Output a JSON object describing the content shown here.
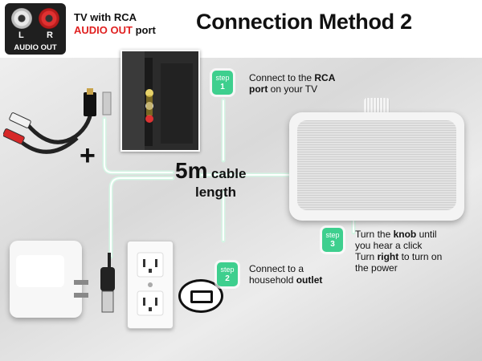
{
  "header": {
    "jack_left": "L",
    "jack_right": "R",
    "badge_label": "AUDIO OUT",
    "tv_line1": "TV with RCA",
    "tv_line2_red": "AUDIO OUT",
    "tv_line2_rest": " port",
    "title": "Connection Method 2"
  },
  "steps": {
    "step_word": "step",
    "step1": {
      "num": "1",
      "a": "Connect to the ",
      "b": "RCA",
      "c": "port",
      "d": " on your TV"
    },
    "step2": {
      "num": "2",
      "a": "Connect to a",
      "b": "household ",
      "c": "outlet"
    },
    "step3": {
      "num": "3",
      "a": "Turn the ",
      "b": "knob",
      "c": " until",
      "d": "you hear a click",
      "e": "Turn ",
      "f": "right",
      "g": " to turn on",
      "h": "the power"
    }
  },
  "cable": {
    "big": "5m",
    "small": "cable",
    "length": "length"
  },
  "colors": {
    "accent": "#3ecf8e",
    "red": "#e02020",
    "cable_line": "#c9f0dc"
  }
}
